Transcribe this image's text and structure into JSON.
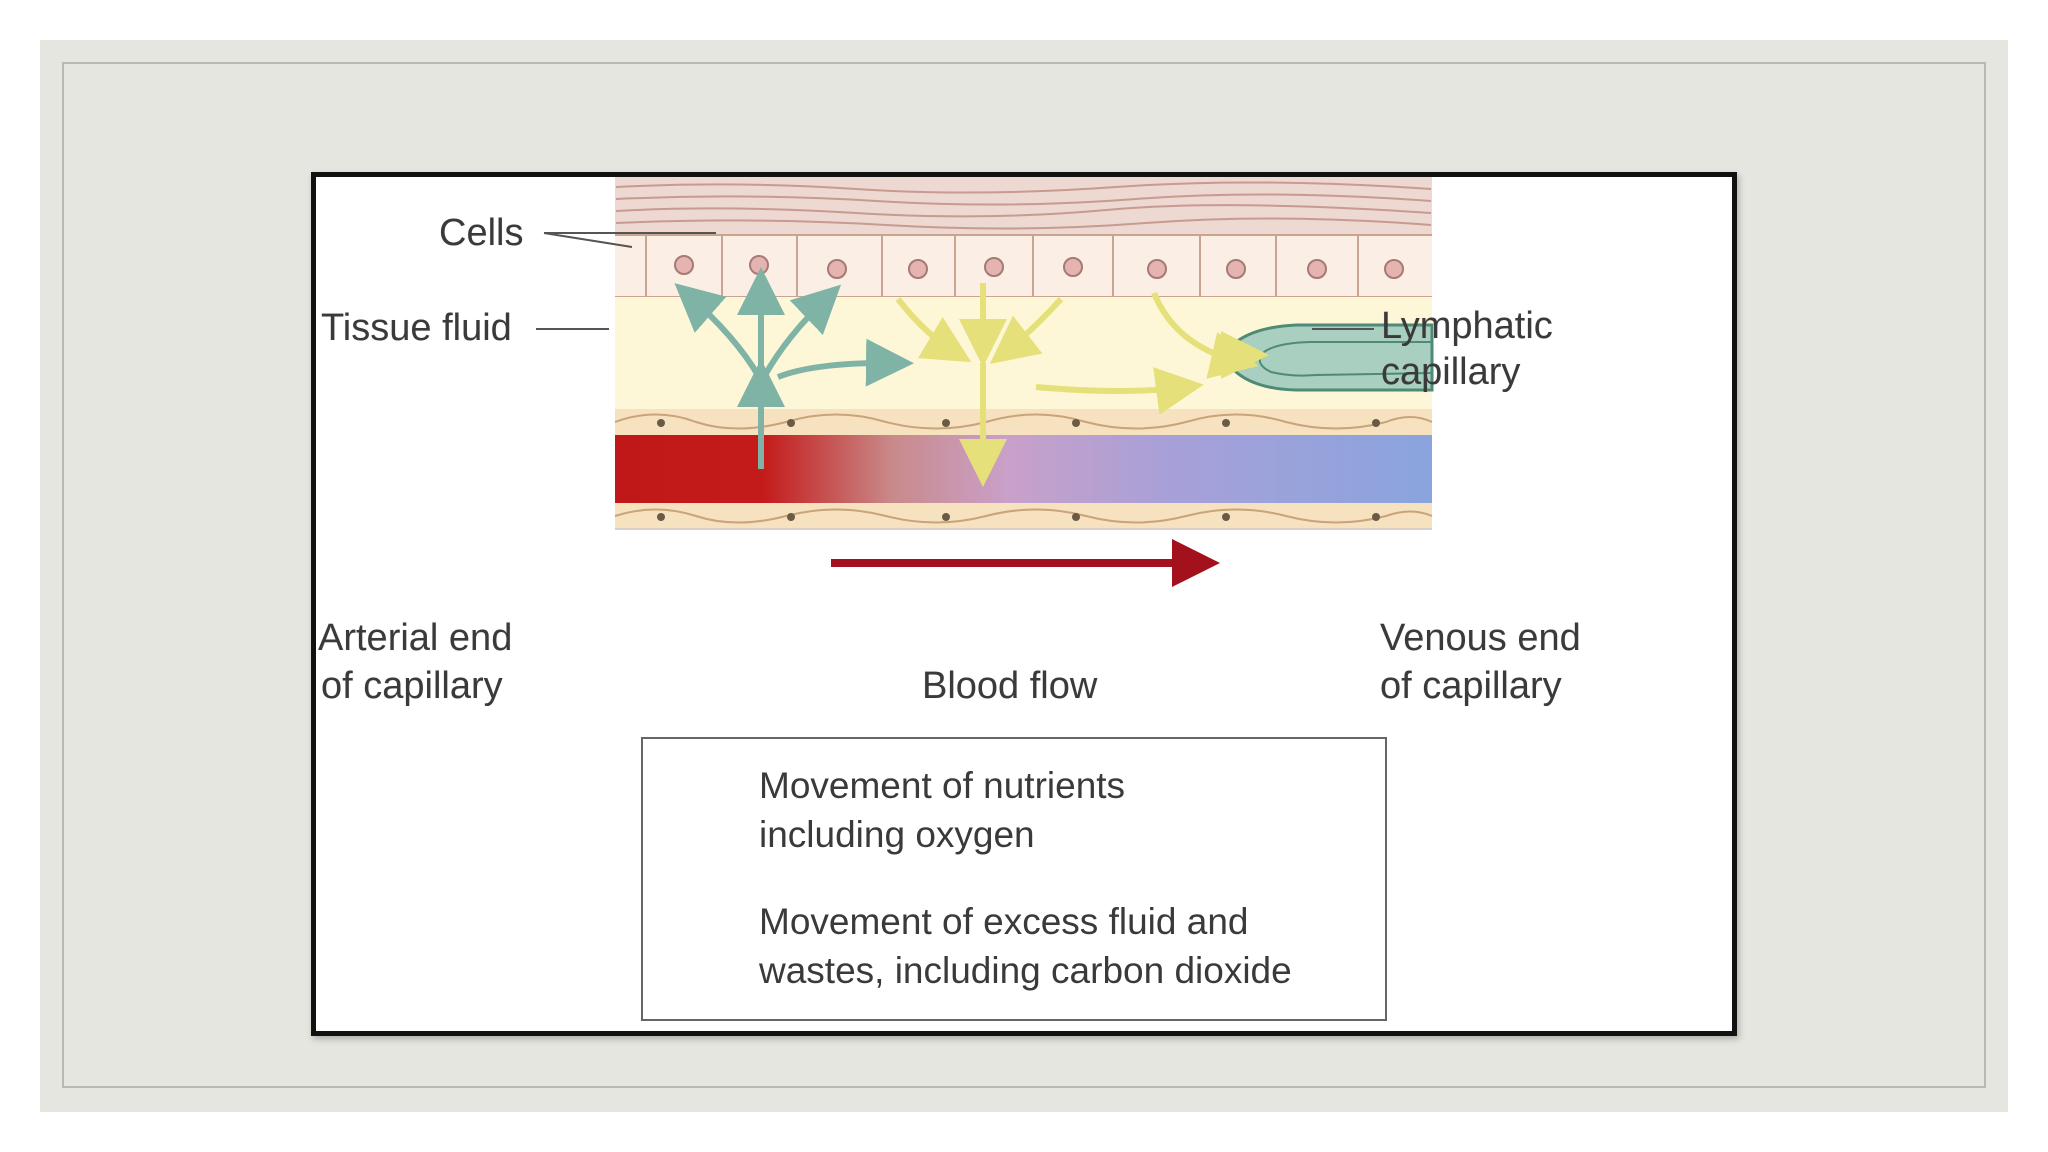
{
  "labels": {
    "cells": "Cells",
    "tissue_fluid": "Tissue fluid",
    "lymphatic_line1": "Lymphatic",
    "lymphatic_line2": "capillary",
    "arterial_line1": "Arterial end",
    "arterial_line2": "of capillary",
    "venous_line1": "Venous end",
    "venous_line2": "of capillary",
    "blood_flow": "Blood flow"
  },
  "legend": {
    "nutrients_line1": "Movement of nutrients",
    "nutrients_line2": "including oxygen",
    "wastes_line1": "Movement of excess fluid and",
    "wastes_line2": "wastes, including carbon dioxide"
  },
  "colors": {
    "nutrients_arrow": "#7fb3a6",
    "wastes_arrow": "#e6e07a",
    "arterial_blood": "#c01818",
    "venous_blood": "#8aa4de",
    "tissue_fluid": "#fdf7d8",
    "blood_flow_arrow": "#a3121c"
  }
}
